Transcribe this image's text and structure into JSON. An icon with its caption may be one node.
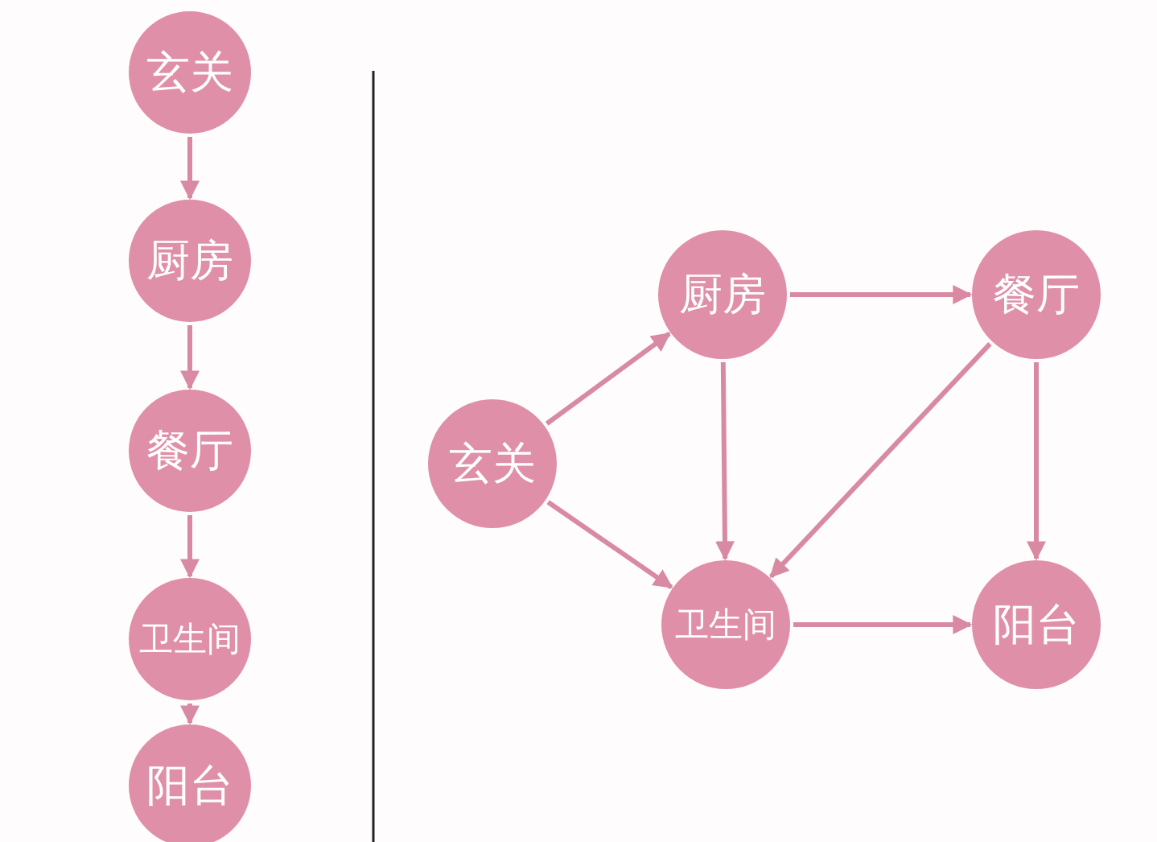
{
  "diagram": {
    "nodes": [
      {
        "text": [
          "玄关"
        ]
      },
      {
        "text": [
          "厨房"
        ]
      },
      {
        "text": [
          "餐厅"
        ]
      },
      {
        "text": [
          "卫生间"
        ]
      },
      {
        "text": [
          "阳台"
        ]
      },
      {
        "text": [
          "玄关"
        ]
      },
      {
        "text": [
          "厨房"
        ]
      },
      {
        "text": [
          "餐厅"
        ]
      },
      {
        "text": [
          "卫生间"
        ]
      },
      {
        "text": [
          "阳台"
        ]
      }
    ],
    "edges": [
      {
        "from": 0,
        "to": 1,
        "arrow": "to"
      },
      {
        "from": 1,
        "to": 2,
        "arrow": "to"
      },
      {
        "from": 2,
        "to": 3,
        "arrow": "to"
      },
      {
        "from": 3,
        "to": 4,
        "arrow": "to"
      },
      {
        "from": 5,
        "to": 6,
        "arrow": "to"
      },
      {
        "from": 5,
        "to": 8,
        "arrow": "to"
      },
      {
        "from": 6,
        "to": 7,
        "arrow": "to"
      },
      {
        "from": 6,
        "to": 8,
        "arrow": "to"
      },
      {
        "from": 7,
        "to": 8,
        "arrow": "to"
      },
      {
        "from": 7,
        "to": 9,
        "arrow": "to"
      },
      {
        "from": 8,
        "to": 9,
        "arrow": "to"
      }
    ]
  }
}
